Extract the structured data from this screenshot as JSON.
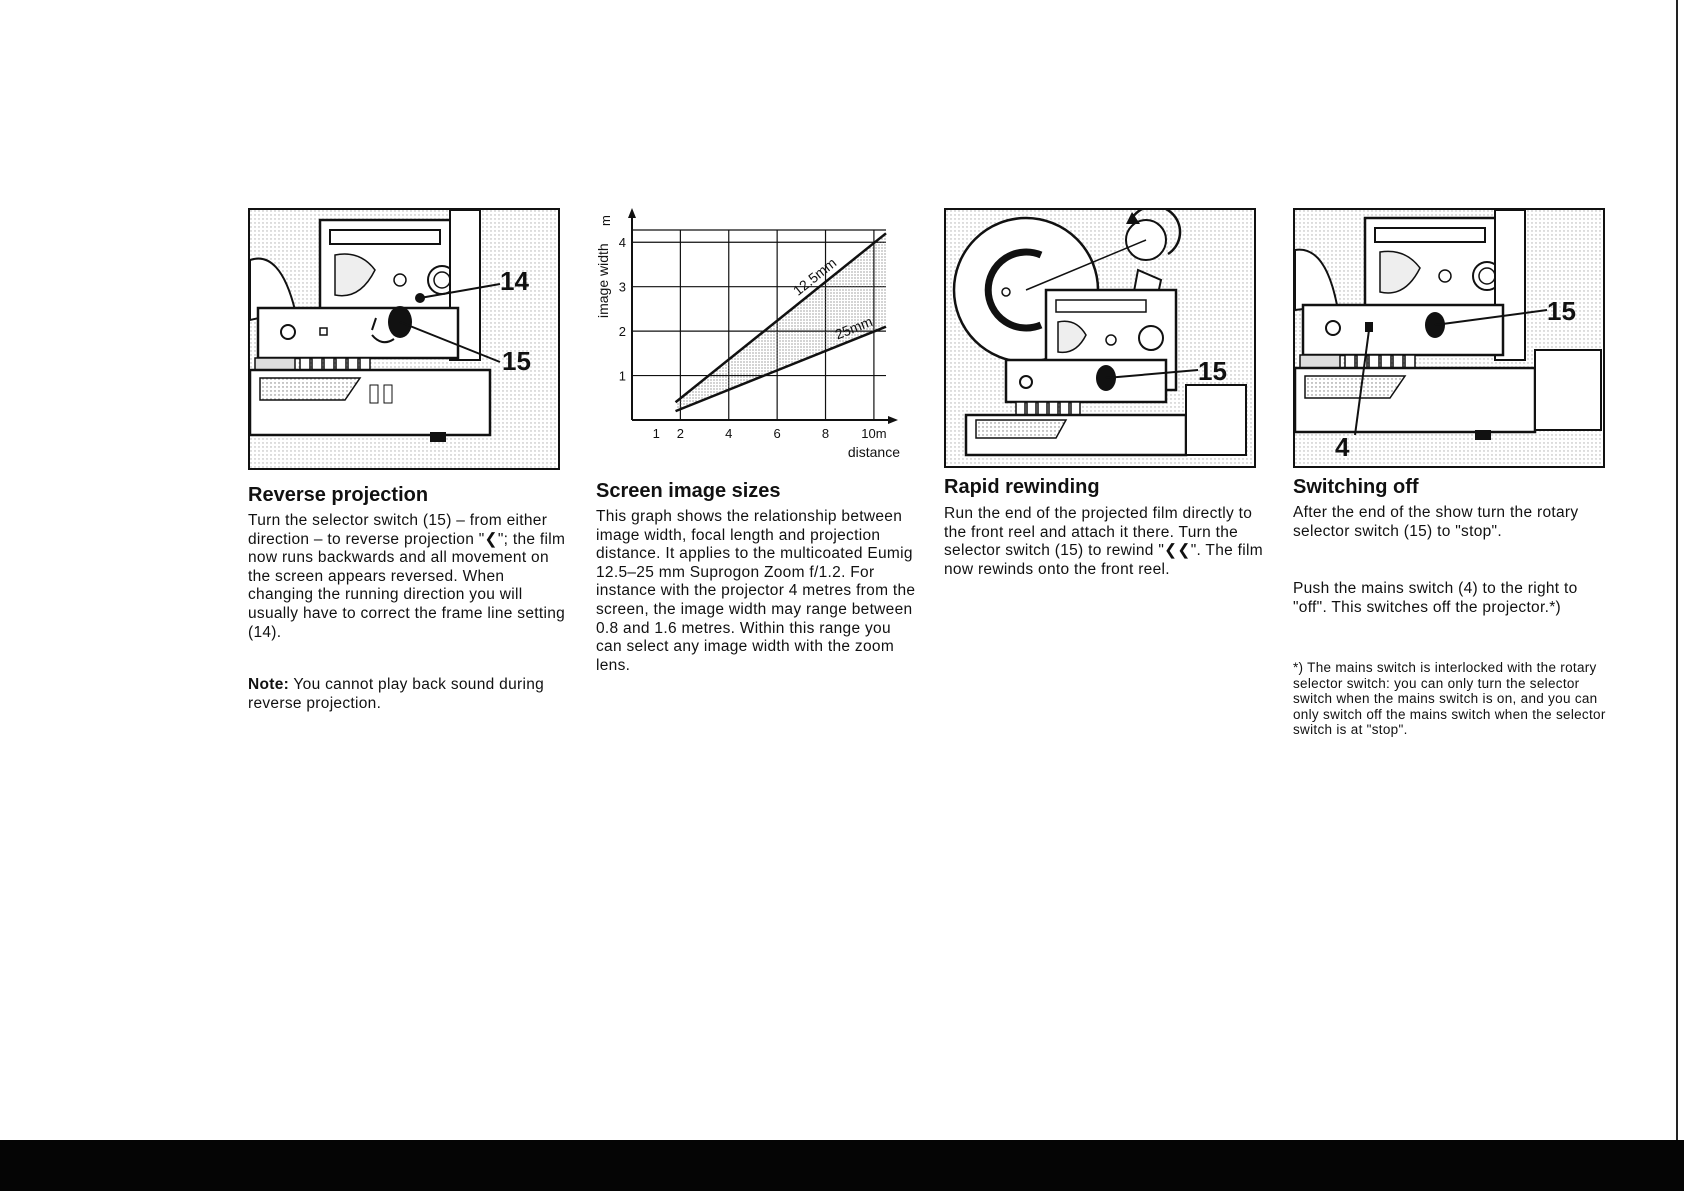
{
  "sections": [
    {
      "title": "Reverse projection",
      "callouts": [
        "14",
        "15"
      ],
      "paragraphs": [
        "Turn the selector switch (15) – from either direction – to reverse projection \"❮\"; the film now runs backwards and all movement on the screen appears reversed. When changing the running direction you will usually have to correct the frame line setting (14)."
      ],
      "note_label": "Note:",
      "note_text": " You cannot play back sound during reverse projection."
    },
    {
      "title": "Screen image sizes",
      "paragraphs": [
        "This graph shows the relationship between image width, focal length and projection distance. It applies to the multicoated Eumig 12.5–25 mm Suprogon Zoom f/1.2. For instance with the projector 4 metres from the screen, the image width may range between 0.8 and 1.6 metres. Within this range you can select any image width with the zoom lens."
      ]
    },
    {
      "title": "Rapid rewinding",
      "callouts": [
        "15"
      ],
      "paragraphs": [
        "Run the end of the projected film directly to the front reel and attach it there. Turn the selector switch (15) to rewind \"❮❮\". The film now rewinds onto the front reel."
      ]
    },
    {
      "title": "Switching off",
      "callouts": [
        "15",
        "4"
      ],
      "paragraphs": [
        "After the end of the show turn the rotary selector switch (15) to \"stop\".",
        "Push the mains switch (4) to the right to \"off\". This switches off the projector.*)"
      ],
      "footnote": "*) The mains switch is interlocked with the rotary selector switch: you can only turn the selector switch when the mains switch is on, and you can only switch off the mains switch when the selector switch is at \"stop\"."
    }
  ],
  "chart_data": {
    "type": "line",
    "title": "",
    "ylabel": "image width",
    "yunit": "m",
    "xlabel": "distance",
    "xunit": "m",
    "xlim": [
      0,
      10.5
    ],
    "ylim": [
      0,
      4.5
    ],
    "x_ticks": [
      "1",
      "2",
      "4",
      "6",
      "8",
      "10m"
    ],
    "x_tick_values": [
      1,
      2,
      4,
      6,
      8,
      10
    ],
    "y_ticks": [
      "1",
      "2",
      "3",
      "4"
    ],
    "y_tick_values": [
      1,
      2,
      3,
      4
    ],
    "grid": true,
    "series": [
      {
        "name": "12.5mm",
        "x": [
          1.8,
          10.5
        ],
        "y": [
          0.4,
          4.2
        ]
      },
      {
        "name": "25mm",
        "x": [
          1.8,
          10.5
        ],
        "y": [
          0.2,
          2.1
        ]
      }
    ],
    "shaded_between_series": true
  }
}
